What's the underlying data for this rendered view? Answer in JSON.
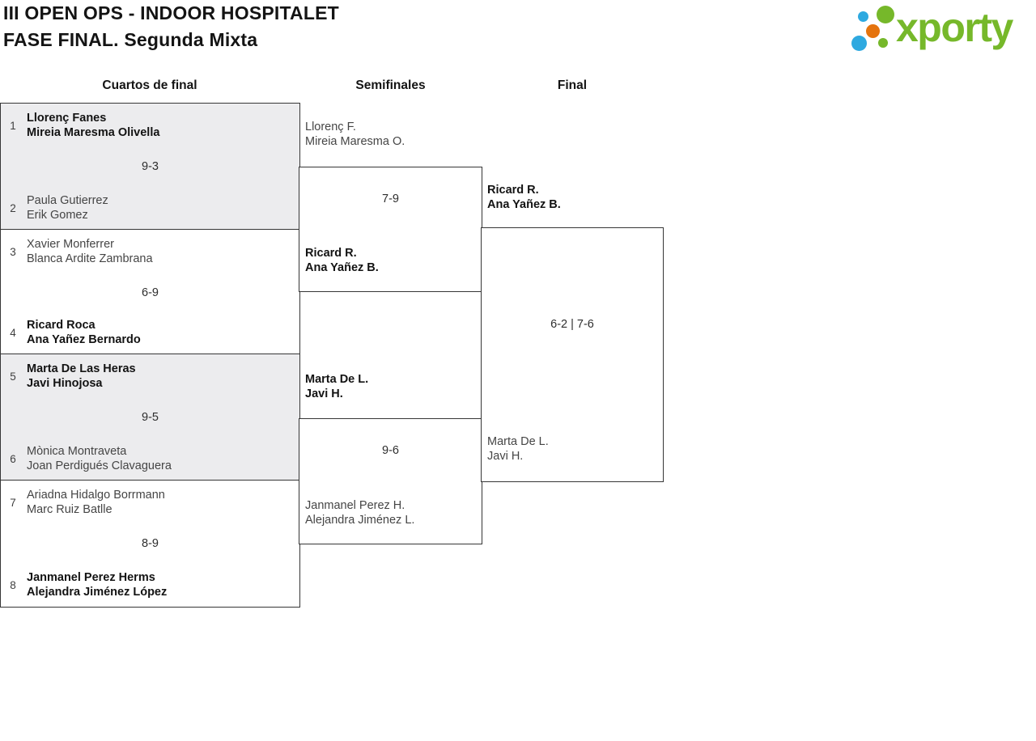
{
  "page": {
    "title_line1": "III OPEN OPS - INDOOR HOSPITALET",
    "title_line2": "FASE FINAL. Segunda Mixta"
  },
  "logo": {
    "brand": "xporty",
    "colors": {
      "green": "#76b82a",
      "blue": "#2ea9e0",
      "orange": "#e5740e"
    }
  },
  "round_headers": {
    "quarterfinals": "Cuartos de final",
    "semifinals": "Semifinales",
    "final": "Final"
  },
  "bracket": {
    "quarterfinals": [
      {
        "top": {
          "seed": "1",
          "line1": "Llorenç Fanes",
          "line2": "Mireia Maresma Olivella",
          "winner": true
        },
        "score": "9-3",
        "bottom": {
          "seed": "2",
          "line1": "Paula Gutierrez",
          "line2": "Erik Gomez",
          "winner": false
        }
      },
      {
        "top": {
          "seed": "3",
          "line1": "Xavier Monferrer",
          "line2": "Blanca Ardite Zambrana",
          "winner": false
        },
        "score": "6-9",
        "bottom": {
          "seed": "4",
          "line1": "Ricard Roca",
          "line2": "Ana Yañez Bernardo",
          "winner": true
        }
      },
      {
        "top": {
          "seed": "5",
          "line1": "Marta De Las Heras",
          "line2": "Javi Hinojosa",
          "winner": true
        },
        "score": "9-5",
        "bottom": {
          "seed": "6",
          "line1": "Mònica Montraveta",
          "line2": "Joan Perdigués Clavaguera",
          "winner": false
        }
      },
      {
        "top": {
          "seed": "7",
          "line1": "Ariadna Hidalgo Borrmann",
          "line2": "Marc Ruiz Batlle",
          "winner": false
        },
        "score": "8-9",
        "bottom": {
          "seed": "8",
          "line1": "Janmanel Perez Herms",
          "line2": "Alejandra Jiménez López",
          "winner": true
        }
      }
    ],
    "semifinals": [
      {
        "top": {
          "line1": "Llorenç F.",
          "line2": "Mireia Maresma O.",
          "winner": false
        },
        "score": "7-9",
        "bottom": {
          "line1": "Ricard R.",
          "line2": "Ana Yañez B.",
          "winner": true
        }
      },
      {
        "top": {
          "line1": "Marta De L.",
          "line2": "Javi H.",
          "winner": true
        },
        "score": "9-6",
        "bottom": {
          "line1": "Janmanel Perez H.",
          "line2": "Alejandra Jiménez L.",
          "winner": false
        }
      }
    ],
    "final": {
      "top": {
        "line1": "Ricard R.",
        "line2": "Ana Yañez B.",
        "winner": true
      },
      "score": "6-2 | 7-6",
      "bottom": {
        "line1": "Marta De L.",
        "line2": "Javi H.",
        "winner": false
      }
    }
  }
}
